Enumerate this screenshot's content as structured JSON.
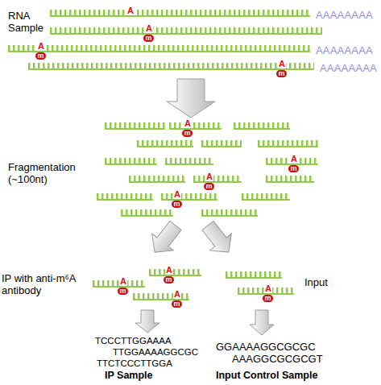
{
  "diagram": {
    "labels": [
      "RNA Sample",
      "A",
      "AAAAAAAA",
      "A",
      "m",
      "A",
      "m",
      "AAAAAAAA",
      "A",
      "m",
      "AAAAAAAA",
      "Fragmentation (~100nt)",
      "A",
      "m",
      "A",
      "m",
      "A",
      "m",
      "A",
      "m",
      "IP with anti-m⁶A antibody",
      "A",
      "m",
      "A",
      "m",
      "A",
      "m",
      "Input",
      "A",
      "m",
      "TCCCTTGGAAAA",
      "TTGGAAAAGGCGC",
      "TTCTCCCTTGGA",
      "GGAAAAGGCGCGC",
      "AAAGGCGCGCGT",
      "IP Sample",
      "Input Control Sample"
    ]
  }
}
